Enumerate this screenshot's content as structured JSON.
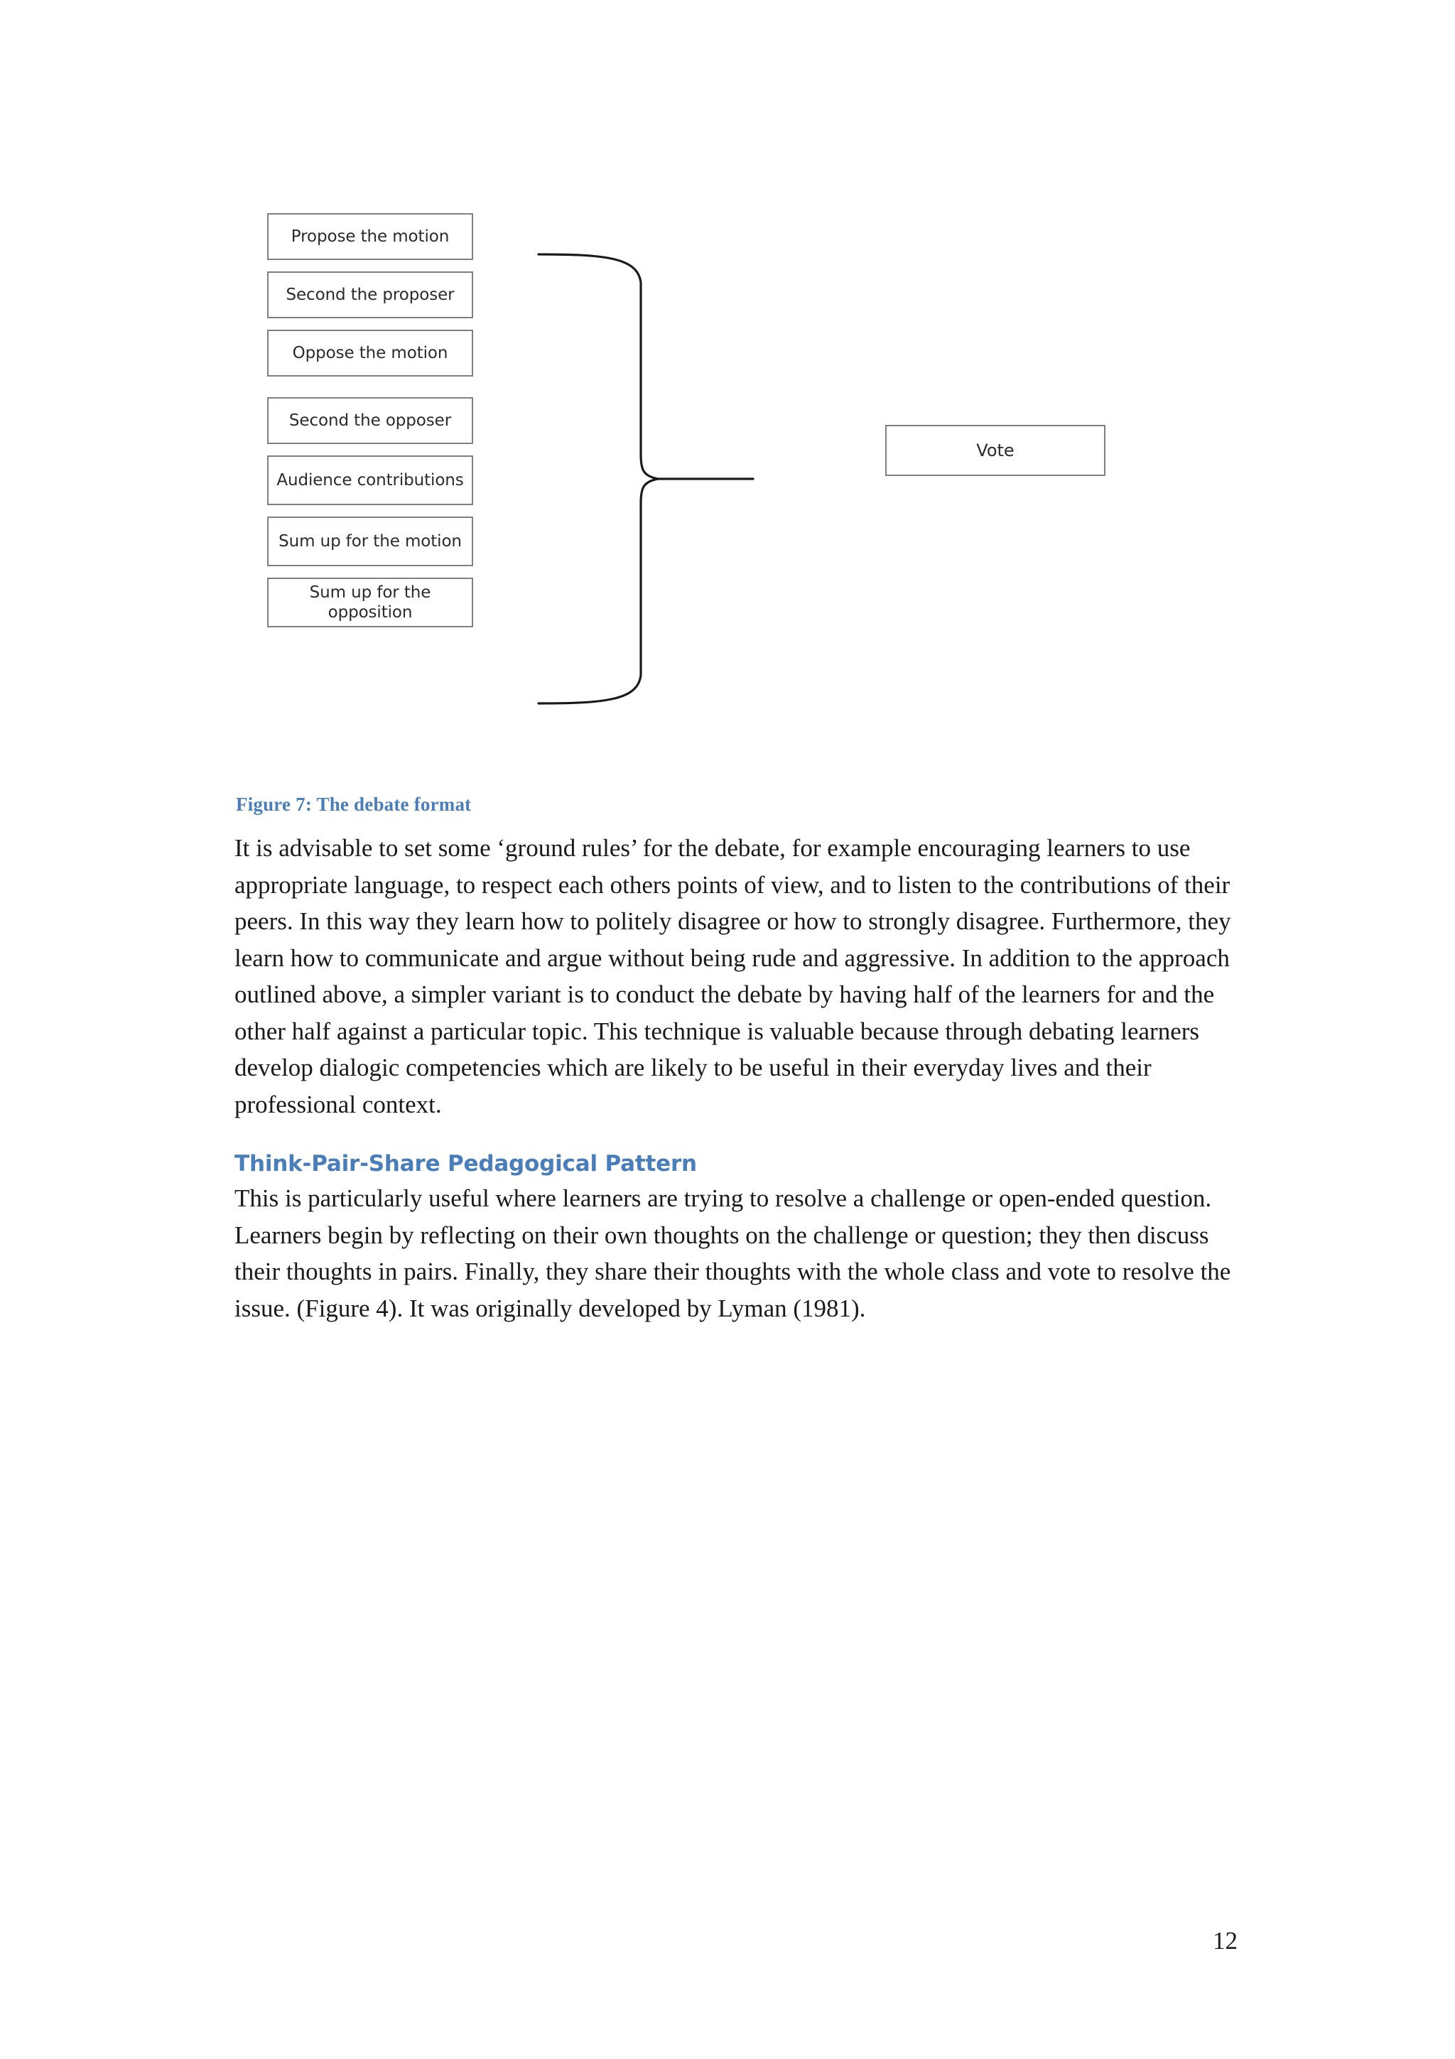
{
  "page": {
    "number": "12",
    "background_color": "#ffffff",
    "accent_color": "#4a7ebb",
    "text_color": "#1a1a1a"
  },
  "figure": {
    "caption": "Figure 7: The debate format",
    "box_border_color": "#808080",
    "steps": [
      {
        "label": "Propose the motion"
      },
      {
        "label": "Second the proposer"
      },
      {
        "label": "Oppose the motion"
      },
      {
        "label": "Second the opposer"
      },
      {
        "label": "Audience contributions"
      },
      {
        "label": "Sum up for the motion"
      },
      {
        "label": "Sum up for the opposition"
      }
    ],
    "outcome": {
      "label": "Vote"
    },
    "connector": "curly-brace"
  },
  "body": {
    "paragraph_1": "It is advisable to set some ‘ground rules’ for the debate, for example encouraging learners to use appropriate language, to respect each others points of view, and to listen to the contributions of their peers. In this way they learn how to politely disagree or how to strongly disagree. Furthermore, they learn how to communicate and argue without being rude and aggressive.  In addition to the approach outlined above, a simpler variant is to conduct the debate by having half of the learners for and the other half against a particular topic. This technique is valuable because through debating learners develop dialogic competencies which are likely to be useful in their everyday lives and their professional context.",
    "heading_1": "Think-Pair-Share Pedagogical Pattern",
    "paragraph_2": "This is particularly useful where learners are trying to resolve a challenge or open-ended question. Learners begin by reflecting on their own thoughts on the challenge or question; they then discuss their thoughts in pairs. Finally, they share their thoughts with the whole class and vote to resolve the issue. (Figure 4). It was originally developed by Lyman (1981)."
  }
}
